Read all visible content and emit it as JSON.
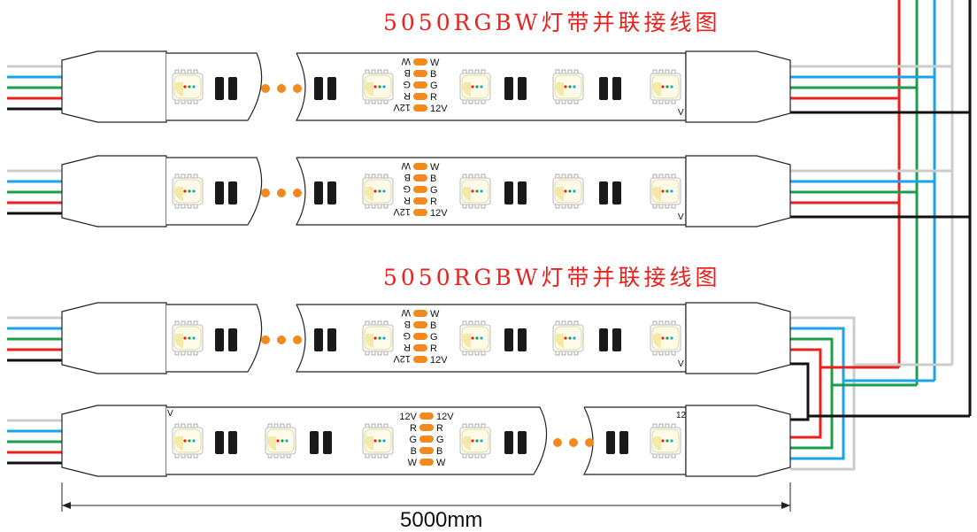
{
  "titles": {
    "top": "5050RGBW灯带并联接线图",
    "middle": "5050RGBW灯带并联接线图"
  },
  "pads": {
    "reversed": [
      "W",
      "B",
      "G",
      "R",
      "12V"
    ],
    "normal": [
      "12V",
      "R",
      "G",
      "B",
      "W"
    ]
  },
  "dimension": {
    "label": "5000mm"
  },
  "stub_labels": {
    "v": "V",
    "v12": "12"
  },
  "colors": {
    "white_wire": "#cccccc",
    "blue_wire": "#1aa3e8",
    "green_wire": "#1b9e4b",
    "red_wire": "#e8231f",
    "black_wire": "#111111",
    "pad_orange": "#f28a1f",
    "title_red": "#e8231f"
  },
  "icons": [
    "led-chip-icon",
    "resistor-icon",
    "ellipsis-dots-icon",
    "solder-pad-icon"
  ]
}
